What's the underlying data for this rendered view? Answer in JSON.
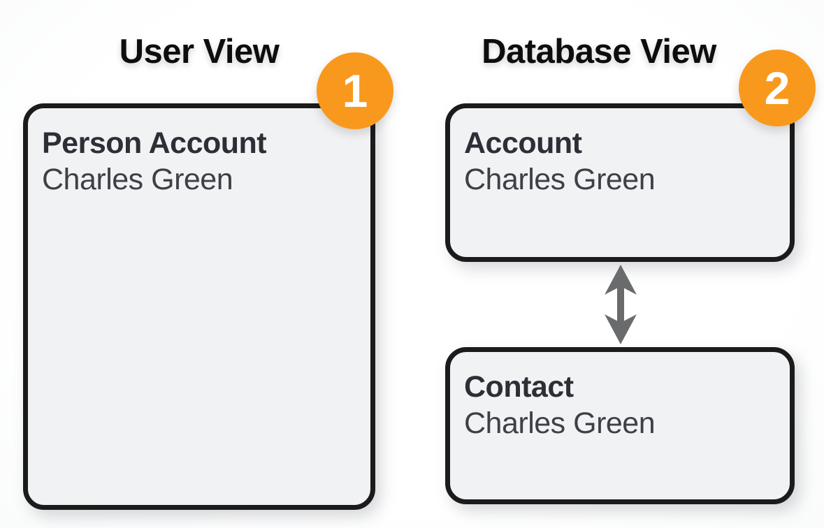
{
  "panels": {
    "user": {
      "title": "User View",
      "badge": "1",
      "card": {
        "title": "Person Account",
        "subtitle": "Charles Green"
      }
    },
    "database": {
      "title": "Database View",
      "badge": "2",
      "account_card": {
        "title": "Account",
        "subtitle": "Charles Green"
      },
      "contact_card": {
        "title": "Contact",
        "subtitle": "Charles Green"
      }
    }
  },
  "connector": {
    "icon": "double-headed-vertical-arrow"
  },
  "colors": {
    "badge_bg": "#F8991D",
    "badge_text": "#FFFFFF",
    "card_bg": "#F1F2F3",
    "card_border": "#1B1B1B",
    "panel_title": "#0D0D0E",
    "card_title": "#2C2F36",
    "card_subtitle": "#3D4046",
    "arrow": "#6A6B6D"
  }
}
